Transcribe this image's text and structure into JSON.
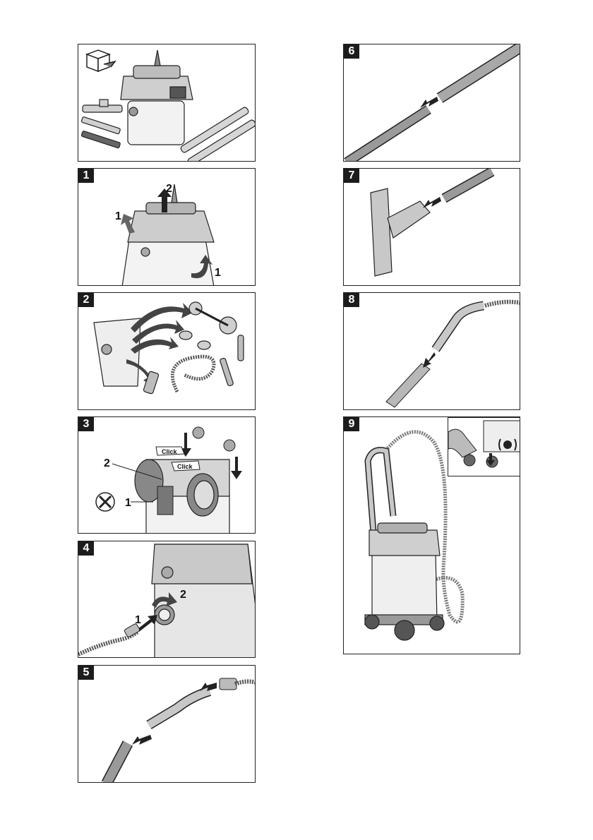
{
  "panels": [
    {
      "badge": ""
    },
    {
      "badge": "1",
      "labels": [
        "2",
        "1",
        "1"
      ]
    },
    {
      "badge": "2"
    },
    {
      "badge": "3",
      "labels": [
        "2",
        "1"
      ],
      "click": "Click"
    },
    {
      "badge": "4",
      "labels": [
        "1",
        "2"
      ]
    },
    {
      "badge": "5"
    },
    {
      "badge": "6"
    },
    {
      "badge": "7"
    },
    {
      "badge": "8"
    },
    {
      "badge": "9"
    }
  ],
  "colors": {
    "line": "#222222",
    "metal": "#9a9a9a",
    "light": "#d8d8d8",
    "dark": "#555555"
  }
}
